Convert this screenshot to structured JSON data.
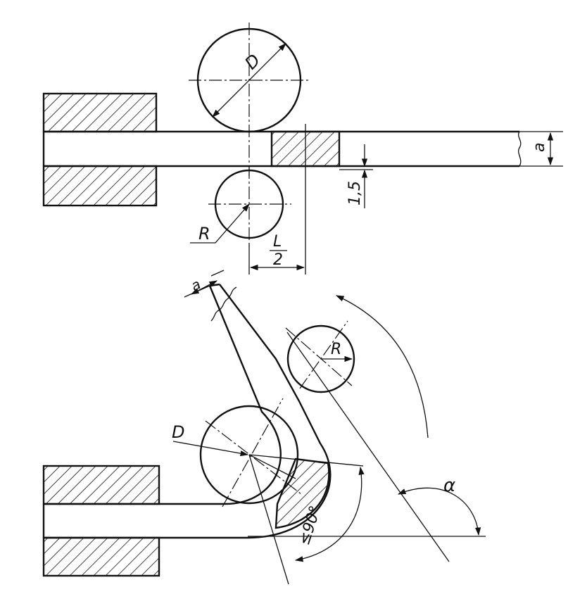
{
  "labels": {
    "diameter": "D",
    "roll_radius": "R",
    "thickness": "a",
    "gap": "1,5",
    "half_length_num": "L",
    "half_length_den": "2",
    "bend_angle": "≤90°",
    "angle": "α"
  }
}
